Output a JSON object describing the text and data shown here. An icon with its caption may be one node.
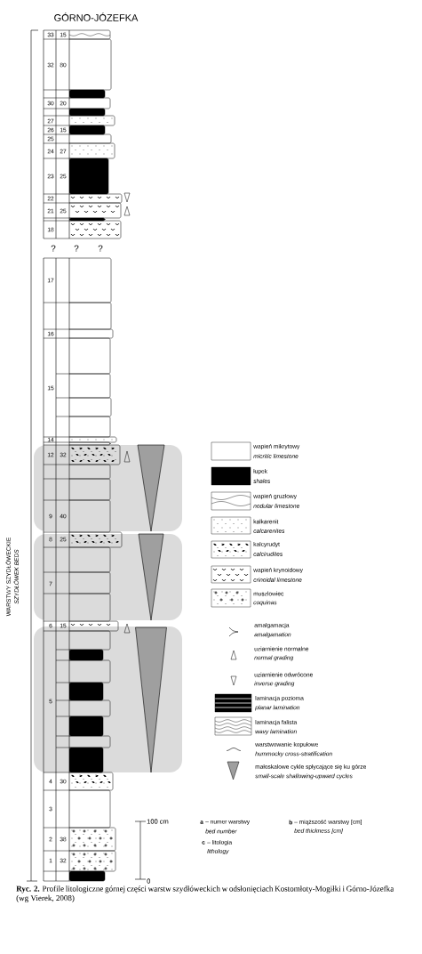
{
  "diagram": {
    "title": "GÓRNO-JÓZEFKA",
    "caption": "**Ryc. 2.** Profile litologiczne górnej części warstw szydłóweckich w odsłonięciach Kostomłoty-Mogiłki i Górno-Józefka (wg Vierek, 2008)",
    "labels": [
      "33",
      "15",
      "32",
      "80",
      "30",
      "20",
      "27",
      "26",
      "15",
      "25",
      "24",
      "27",
      "23",
      "25",
      "22",
      "21",
      "25",
      "18",
      "?",
      "?",
      "?",
      "17",
      "16",
      "15",
      "14",
      "12",
      "32",
      "9",
      "40",
      "8",
      "25",
      "7",
      "6",
      "15",
      "5",
      "4",
      "30",
      "3",
      "2",
      "38",
      "1",
      "32",
      "WARSTWY SZYDŁÓWECKIE",
      "SZYDŁÓWEK BEDS",
      "micritic limestone",
      "shales",
      "nodular limestone",
      "calcarenites",
      "calcirudites",
      "crinoidal limestone",
      "coquinas",
      "amalgamation",
      "normal grading",
      "inverse grading",
      "planar lamination",
      "wavy lamination",
      "hummocky cross-stratification",
      "small-scale shallowing-upward cycles",
      "100 cm",
      "0",
      "a",
      "– numer warstwy",
      "bed number",
      "b",
      "– miąższość warstwy [cm]",
      "bed thickness [cm]",
      "c",
      "– litologia",
      "lithology"
    ],
    "legend": [
      {
        "text": "wapień mikrytowy"
      },
      {
        "text": "łupek",
        "color": "#000000"
      },
      {
        "text": "wapień gruzłowy"
      },
      {
        "text": "kalkarenit"
      },
      {
        "text": "kalcyrudyt"
      },
      {
        "text": "wapień krynoidowy"
      },
      {
        "text": "muszlowiec"
      },
      {
        "text": "amalgamacja"
      },
      {
        "text": "uziarnienie normalne"
      },
      {
        "text": "uziarnienie odwrócone"
      },
      {
        "text": "laminacja pozioma"
      },
      {
        "text": "laminacja falista"
      },
      {
        "text": "warstwowanie kopułowe"
      },
      {
        "text": "małoskalowe cykle spłycające się ku górze"
      }
    ]
  }
}
